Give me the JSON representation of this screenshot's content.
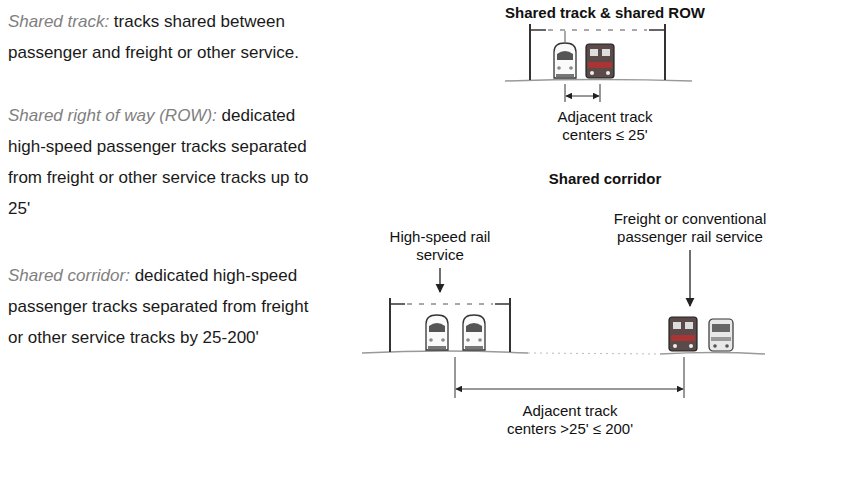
{
  "diagram": {
    "labels": [
      "Shared track:",
      "tracks shared between passenger and freight or other service.",
      "Shared right of way (ROW):",
      "dedicated high-speed passenger tracks separated from freight or other service tracks up to 25'",
      "Shared corridor:",
      "dedicated high-speed passenger tracks separated from freight or other service tracks by 25-200'",
      "Shared track & shared ROW",
      "Adjacent track centers ≤ 25'",
      "Shared corridor",
      "High-speed rail service",
      "Freight or conventional passenger rail service",
      "Adjacent track centers >25' ≤ 200'"
    ]
  }
}
